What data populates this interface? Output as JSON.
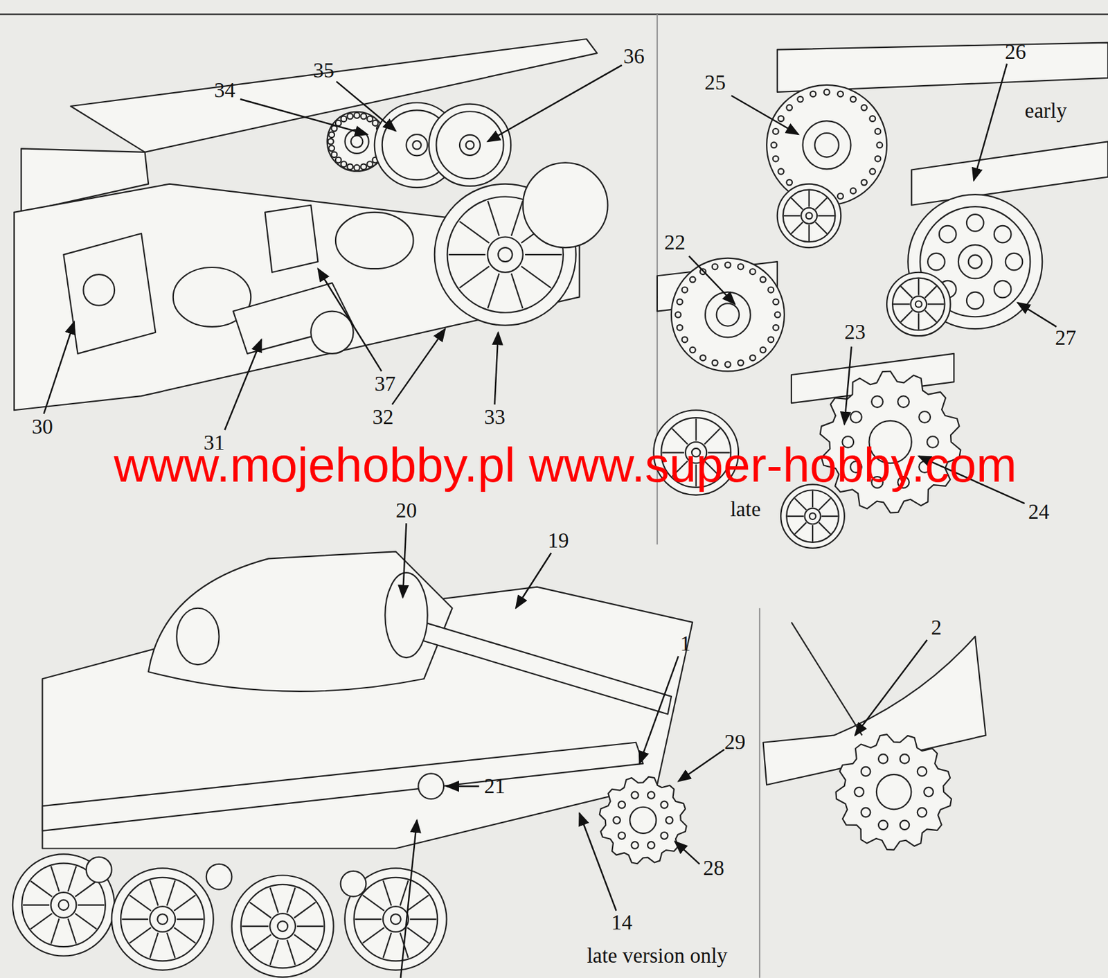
{
  "diagram": {
    "labels": [
      "34",
      "35",
      "36",
      "25",
      "26",
      "early",
      "22",
      "23",
      "27",
      "37",
      "30",
      "31",
      "32",
      "33",
      "www.mojehobby.pl www.super-hobby.com",
      "late",
      "24",
      "20",
      "19",
      "2",
      "1",
      "29",
      "21",
      "28",
      "14",
      "late version only"
    ]
  }
}
